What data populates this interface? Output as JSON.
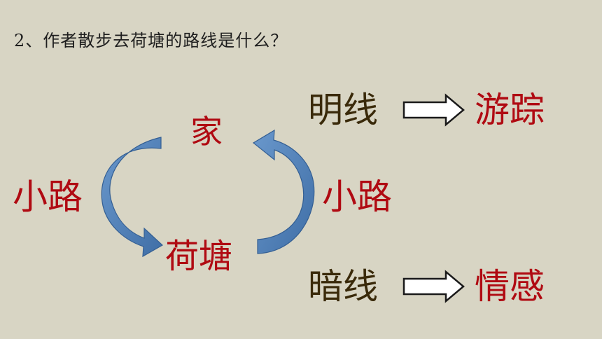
{
  "question": "2、作者散步去荷塘的路线是什么？",
  "diagram": {
    "home": "家",
    "lotus_pond": "荷塘",
    "path_left": "小路",
    "path_right": "小路"
  },
  "lines": {
    "explicit": {
      "label": "明线",
      "value": "游踪"
    },
    "implicit": {
      "label": "暗线",
      "value": "情感"
    }
  },
  "colors": {
    "background": "#d8d5c4",
    "accent_red": "#b00a12",
    "dark_text": "#3a2a0a",
    "arrow_blue": "#4f7fb8"
  }
}
